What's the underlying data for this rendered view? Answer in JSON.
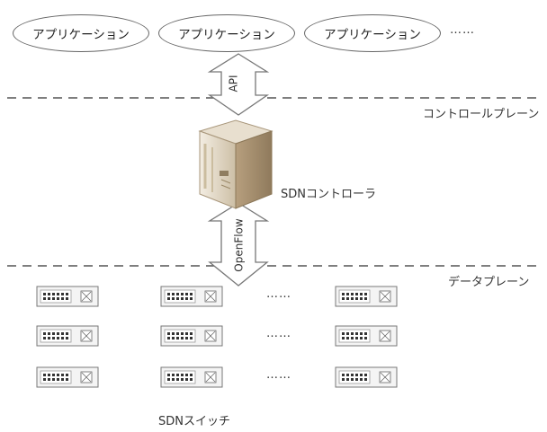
{
  "applications": {
    "items": [
      "アプリケーション",
      "アプリケーション",
      "アプリケーション"
    ],
    "more": "……"
  },
  "api_label": "API",
  "openflow_label": "OpenFlow",
  "control_plane_label": "コントロールプレーン",
  "data_plane_label": "データプレーン",
  "controller_label": "SDNコントローラ",
  "switches": {
    "rows": 3,
    "row_more": [
      "……",
      "……",
      "……"
    ],
    "label": "SDNスイッチ"
  }
}
